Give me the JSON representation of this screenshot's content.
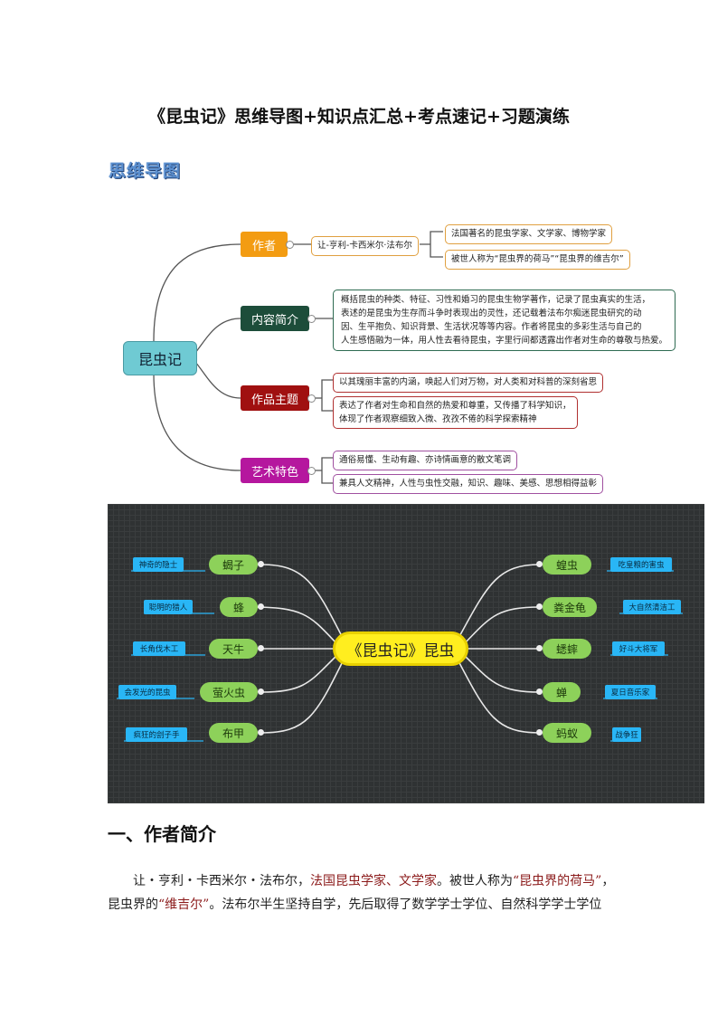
{
  "doc": {
    "title": "《昆虫记》思维导图+知识点汇总+考点速记+习题演练",
    "section_banner": "思维导图"
  },
  "mindmap1": {
    "center": "昆虫记",
    "branches": [
      {
        "label": "作者",
        "color": "#f39c12",
        "sub": "让-亨利-卡西米尔·法布尔",
        "leaves": [
          "法国著名的昆虫学家、文学家、博物学家",
          "被世人称为“昆虫界的荷马”“昆虫界的维吉尔”"
        ]
      },
      {
        "label": "内容简介",
        "color": "#1d4d3a",
        "leaves": [
          "概括昆虫的种类、特征、习性和婚习的昆虫生物学著作，记录了昆虫真实的生活，",
          "表述的是昆虫为生存而斗争时表现出的灵性，还记载着法布尔痴迷昆虫研究的动",
          "因、生平抱负、知识背景、生活状况等等内容。作者将昆虫的多彩生活与自己的",
          "人生感悟融为一体，用人性去看待昆虫，字里行间都透露出作者对生命的尊敬与热爱。"
        ]
      },
      {
        "label": "作品主题",
        "color": "#a01010",
        "leaves": [
          "以其瑰丽丰富的内涵，唤起人们对万物，对人类和对科普的深刻省思",
          "表达了作者对生命和自然的热爱和尊重，又传播了科学知识，",
          "体现了作者观察细致入微、孜孜不倦的科学探索精神"
        ]
      },
      {
        "label": "艺术特色",
        "color": "#b5179e",
        "leaves": [
          "通俗易懂、生动有趣、亦诗情画意的散文笔调",
          "兼具人文精神，人性与虫性交融，知识、趣味、美感、思想相得益彰"
        ]
      }
    ]
  },
  "mindmap2": {
    "center": "《昆虫记》昆虫",
    "left": [
      {
        "insect": "蝎子",
        "desc": "神奇的隐士"
      },
      {
        "insect": "蜂",
        "desc": "聪明的猎人"
      },
      {
        "insect": "天牛",
        "desc": "长角伐木工"
      },
      {
        "insect": "萤火虫",
        "desc": "会发光的昆虫"
      },
      {
        "insect": "布甲",
        "desc": "疯狂的刽子手"
      }
    ],
    "right": [
      {
        "insect": "蝗虫",
        "desc": "吃皇粮的害虫"
      },
      {
        "insect": "粪金龟",
        "desc": "大自然清洁工"
      },
      {
        "insect": "蟋蟀",
        "desc": "好斗大将军"
      },
      {
        "insect": "蝉",
        "desc": "夏日音乐家"
      },
      {
        "insect": "蚂蚁",
        "desc": "战争狂"
      }
    ]
  },
  "section1": {
    "heading": "一、作者简介",
    "p1_a": "让・亨利・卡西米尔・法布尔，",
    "p1_b": "法国昆虫学家、文学家",
    "p1_c": "。被世人称为",
    "p1_d": "“昆虫界的荷马”",
    "p1_e": "，",
    "p2_a": "昆虫界的",
    "p2_b": "“维吉尔”",
    "p2_c": "。法布尔半生坚持自学，先后取得了数学学士学位、自然科学学士学位"
  }
}
